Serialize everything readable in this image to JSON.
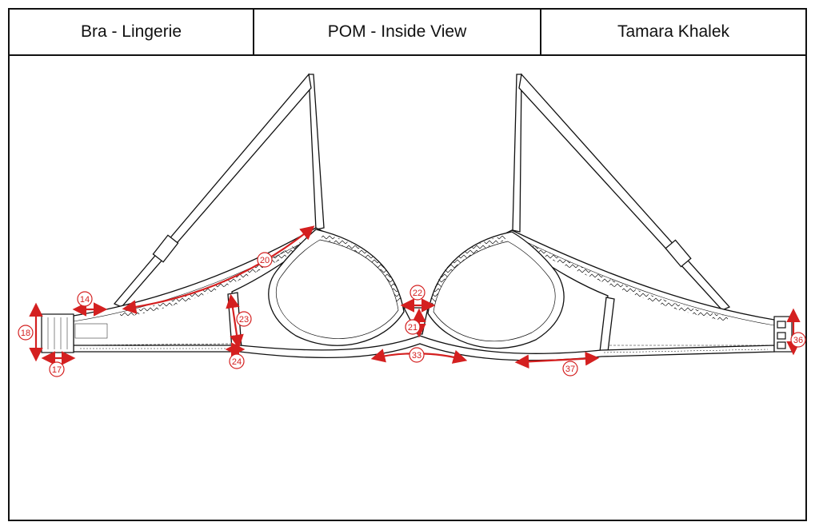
{
  "header": {
    "category": "Bra - Lingerie",
    "view": "POM - Inside View",
    "designer": "Tamara Khalek"
  },
  "poms": {
    "p14": "14",
    "p17": "17",
    "p18": "18",
    "p20": "20",
    "p21": "21",
    "p22": "22",
    "p23": "23",
    "p24": "24",
    "p33": "33",
    "p36": "36",
    "p37": "37"
  },
  "colors": {
    "line": "#111111",
    "measure": "#d42020"
  }
}
